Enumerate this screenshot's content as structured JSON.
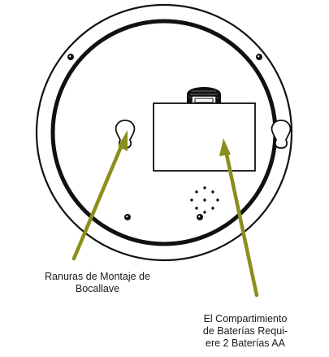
{
  "callouts": {
    "mounting_slots": {
      "lines": [
        "Ranuras de Montaje de",
        "Bocallave"
      ]
    },
    "battery_compartment": {
      "lines": [
        "El Compartimiento",
        "de Baterías Requi-",
        "ere 2 Baterías AA"
      ]
    }
  },
  "colors": {
    "outline": "#111111",
    "arrow": "#8a8f1c",
    "background": "#ffffff"
  }
}
